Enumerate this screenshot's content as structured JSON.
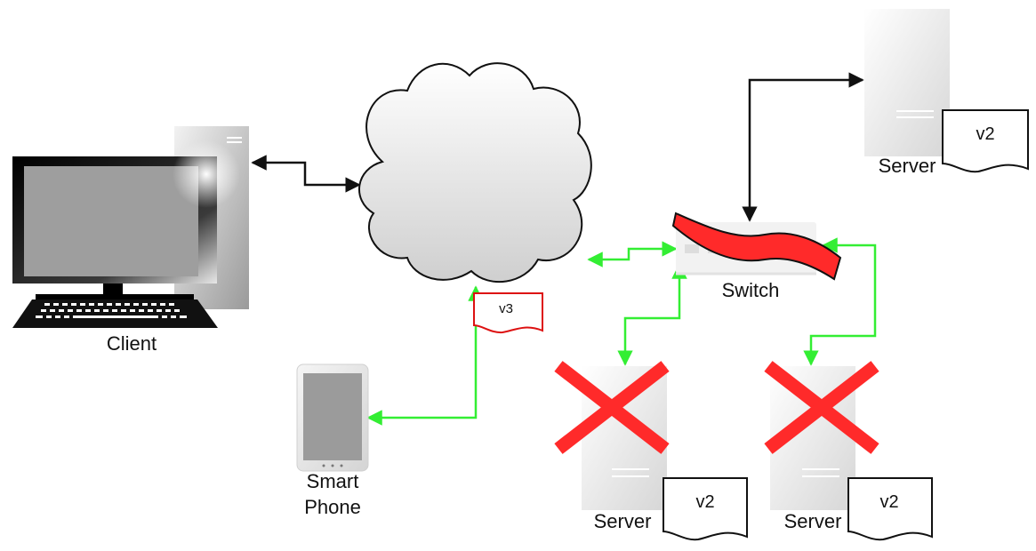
{
  "labels": {
    "client": "Client",
    "switch": "Switch",
    "server_top": "Server",
    "server_mid": "Server",
    "server_right": "Server",
    "phone_line1": "Smart",
    "phone_line2": "Phone"
  },
  "documents": {
    "cloud_doc": "v3",
    "server_top_doc": "v2",
    "server_mid_doc": "v2",
    "server_right_doc": "v2"
  },
  "colors": {
    "green_link": "#33ee33",
    "black_link": "#111111",
    "red_mark": "#ff2a2a",
    "red_doc_border": "#dd1111"
  },
  "status": {
    "server_mid": "failed",
    "server_right": "failed",
    "switch": "failed"
  },
  "icons": [
    "computer-icon",
    "cloud-icon",
    "switch-icon",
    "server-icon",
    "smartphone-icon",
    "document-icon",
    "cross-icon"
  ]
}
